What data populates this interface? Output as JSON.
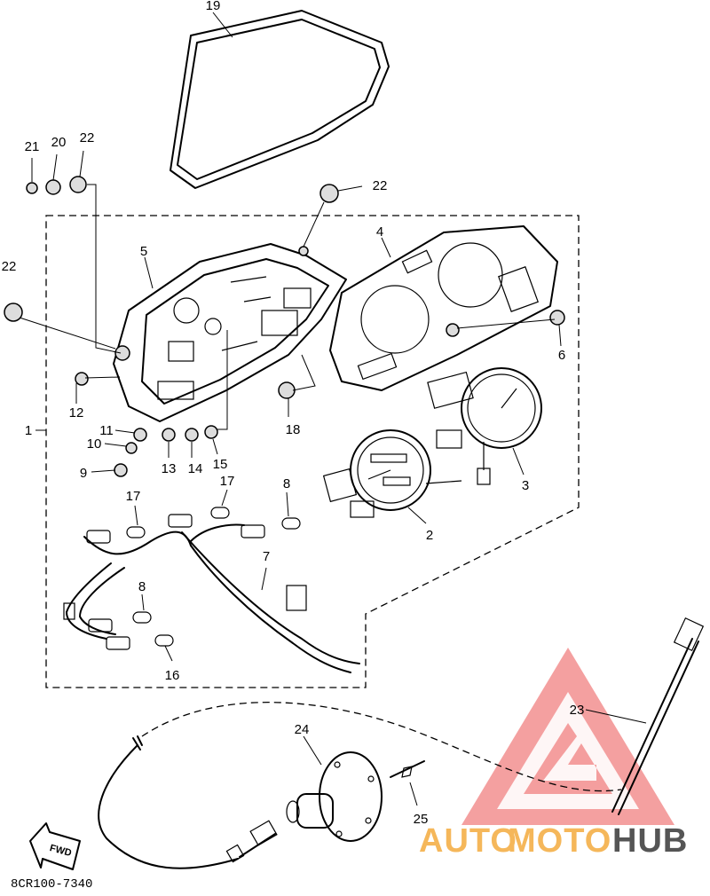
{
  "callouts": {
    "c1": "1",
    "c2": "2",
    "c3": "3",
    "c4": "4",
    "c5": "5",
    "c6": "6",
    "c7": "7",
    "c8a": "8",
    "c8b": "8",
    "c9": "9",
    "c10": "10",
    "c11": "11",
    "c12": "12",
    "c13": "13",
    "c14": "14",
    "c15": "15",
    "c16": "16",
    "c17a": "17",
    "c17b": "17",
    "c18": "18",
    "c19": "19",
    "c20": "20",
    "c21": "21",
    "c22a": "22",
    "c22b": "22",
    "c22c": "22",
    "c23": "23",
    "c24": "24",
    "c25": "25"
  },
  "diagram_code": "8CR100-7340",
  "direction_label": "FWD",
  "watermark": {
    "auto": "AUTO",
    "moto": "MOTO",
    "hub": "HUB",
    "colors": {
      "triangle": "#ef6c6c",
      "auto": "#f5b75a",
      "moto": "#f5b75a",
      "hub": "#555555"
    }
  }
}
